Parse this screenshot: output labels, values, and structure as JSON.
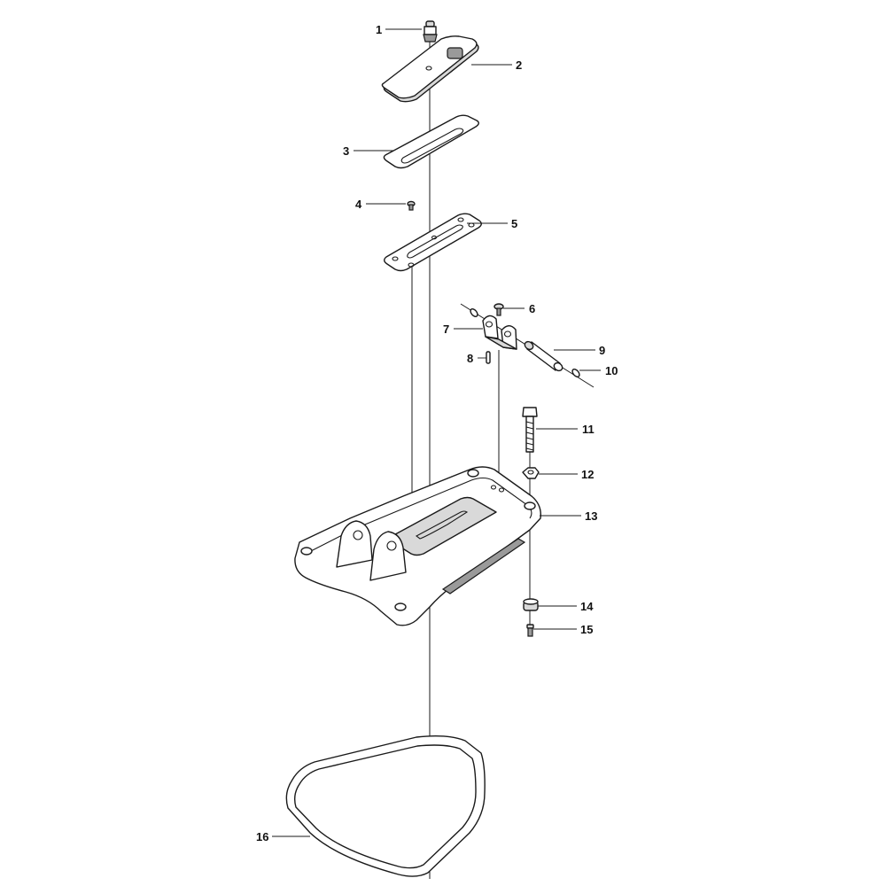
{
  "diagram": {
    "callouts": [
      {
        "id": "1"
      },
      {
        "id": "2"
      },
      {
        "id": "3"
      },
      {
        "id": "4"
      },
      {
        "id": "5"
      },
      {
        "id": "6"
      },
      {
        "id": "7"
      },
      {
        "id": "8"
      },
      {
        "id": "9"
      },
      {
        "id": "10"
      },
      {
        "id": "11"
      },
      {
        "id": "12"
      },
      {
        "id": "13"
      },
      {
        "id": "14"
      },
      {
        "id": "15"
      },
      {
        "id": "16"
      }
    ]
  }
}
